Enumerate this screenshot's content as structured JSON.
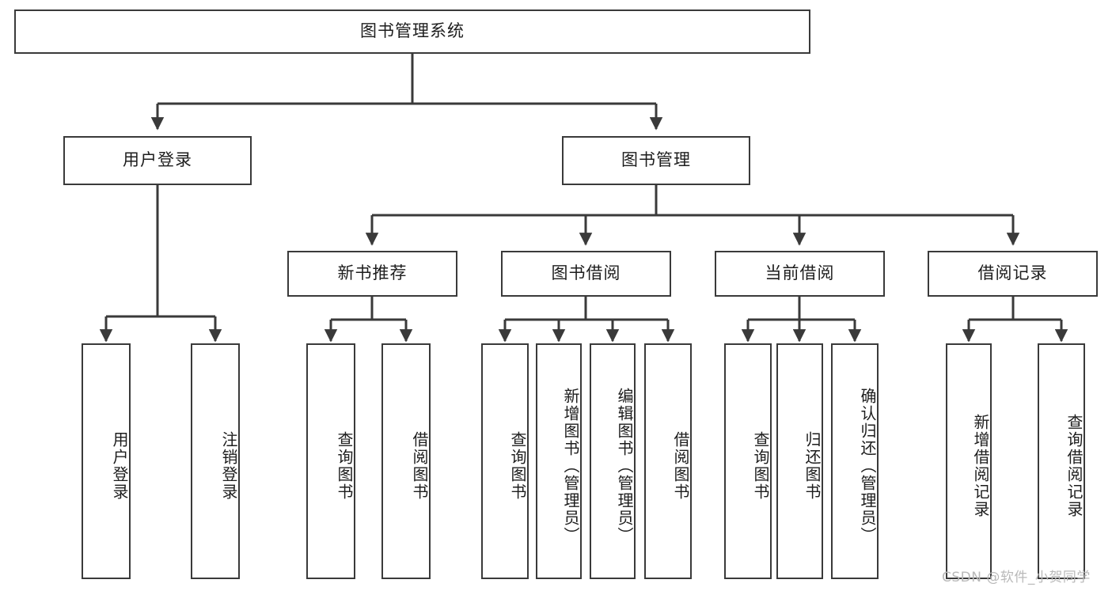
{
  "diagram": {
    "title": "图书管理系统",
    "type": "tree-hierarchy-diagram",
    "root": {
      "label": "图书管理系统"
    },
    "level2": [
      {
        "label": "用户登录"
      },
      {
        "label": "图书管理"
      }
    ],
    "level3": [
      {
        "label": "新书推荐"
      },
      {
        "label": "图书借阅"
      },
      {
        "label": "当前借阅"
      },
      {
        "label": "借阅记录"
      }
    ],
    "leaves": [
      {
        "label": "用户登录"
      },
      {
        "label": "注销登录"
      },
      {
        "label": "查询图书"
      },
      {
        "label": "借阅图书"
      },
      {
        "label": "查询图书"
      },
      {
        "label": "新增图书（管理员）"
      },
      {
        "label": "编辑图书（管理员）"
      },
      {
        "label": "借阅图书"
      },
      {
        "label": "查询图书"
      },
      {
        "label": "归还图书"
      },
      {
        "label": "确认归还（管理员）"
      },
      {
        "label": "新增借阅记录"
      },
      {
        "label": "查询借阅记录"
      }
    ]
  },
  "watermark": {
    "text": "CSDN @软件_小贺同学"
  },
  "colors": {
    "stroke": "#3a3a3a",
    "text": "#1d1d1d",
    "background": "#ffffff",
    "watermark": "#b9b9b9"
  }
}
